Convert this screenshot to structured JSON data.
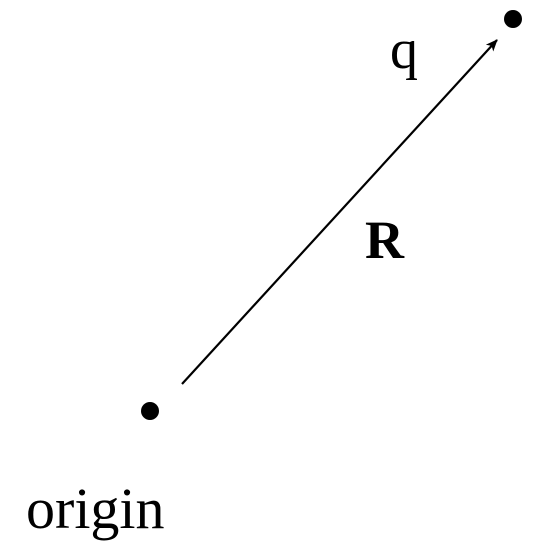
{
  "diagram": {
    "point_label": "q",
    "vector_label": "R",
    "origin_label": "origin"
  },
  "colors": {
    "ink": "#000000",
    "background": "#ffffff"
  }
}
